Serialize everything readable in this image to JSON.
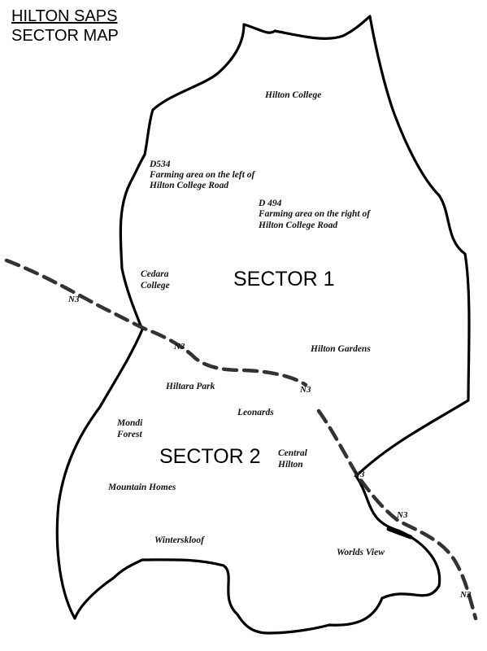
{
  "title": {
    "line1": "HILTON SAPS",
    "line2": "SECTOR MAP"
  },
  "sectors": {
    "s1": "SECTOR 1",
    "s2": "SECTOR 2"
  },
  "places": {
    "hilton_college": "Hilton College",
    "d534": "D534",
    "d534_desc1": "Farming area on the left of",
    "d534_desc2": "Hilton College Road",
    "d494": "D 494",
    "d494_desc1": "Farming area on the right of",
    "d494_desc2": "Hilton College Road",
    "cedara1": "Cedara",
    "cedara2": "College",
    "hilton_gardens": "Hilton Gardens",
    "hiltara_park": "Hiltara Park",
    "leonards": "Leonards",
    "mondi1": "Mondi",
    "mondi2": "Forest",
    "central1": "Central",
    "central2": "Hilton",
    "mountain_homes": "Mountain Homes",
    "winterskloof": "Winterskloof",
    "worlds_view": "Worlds View"
  },
  "road_label": "N3"
}
